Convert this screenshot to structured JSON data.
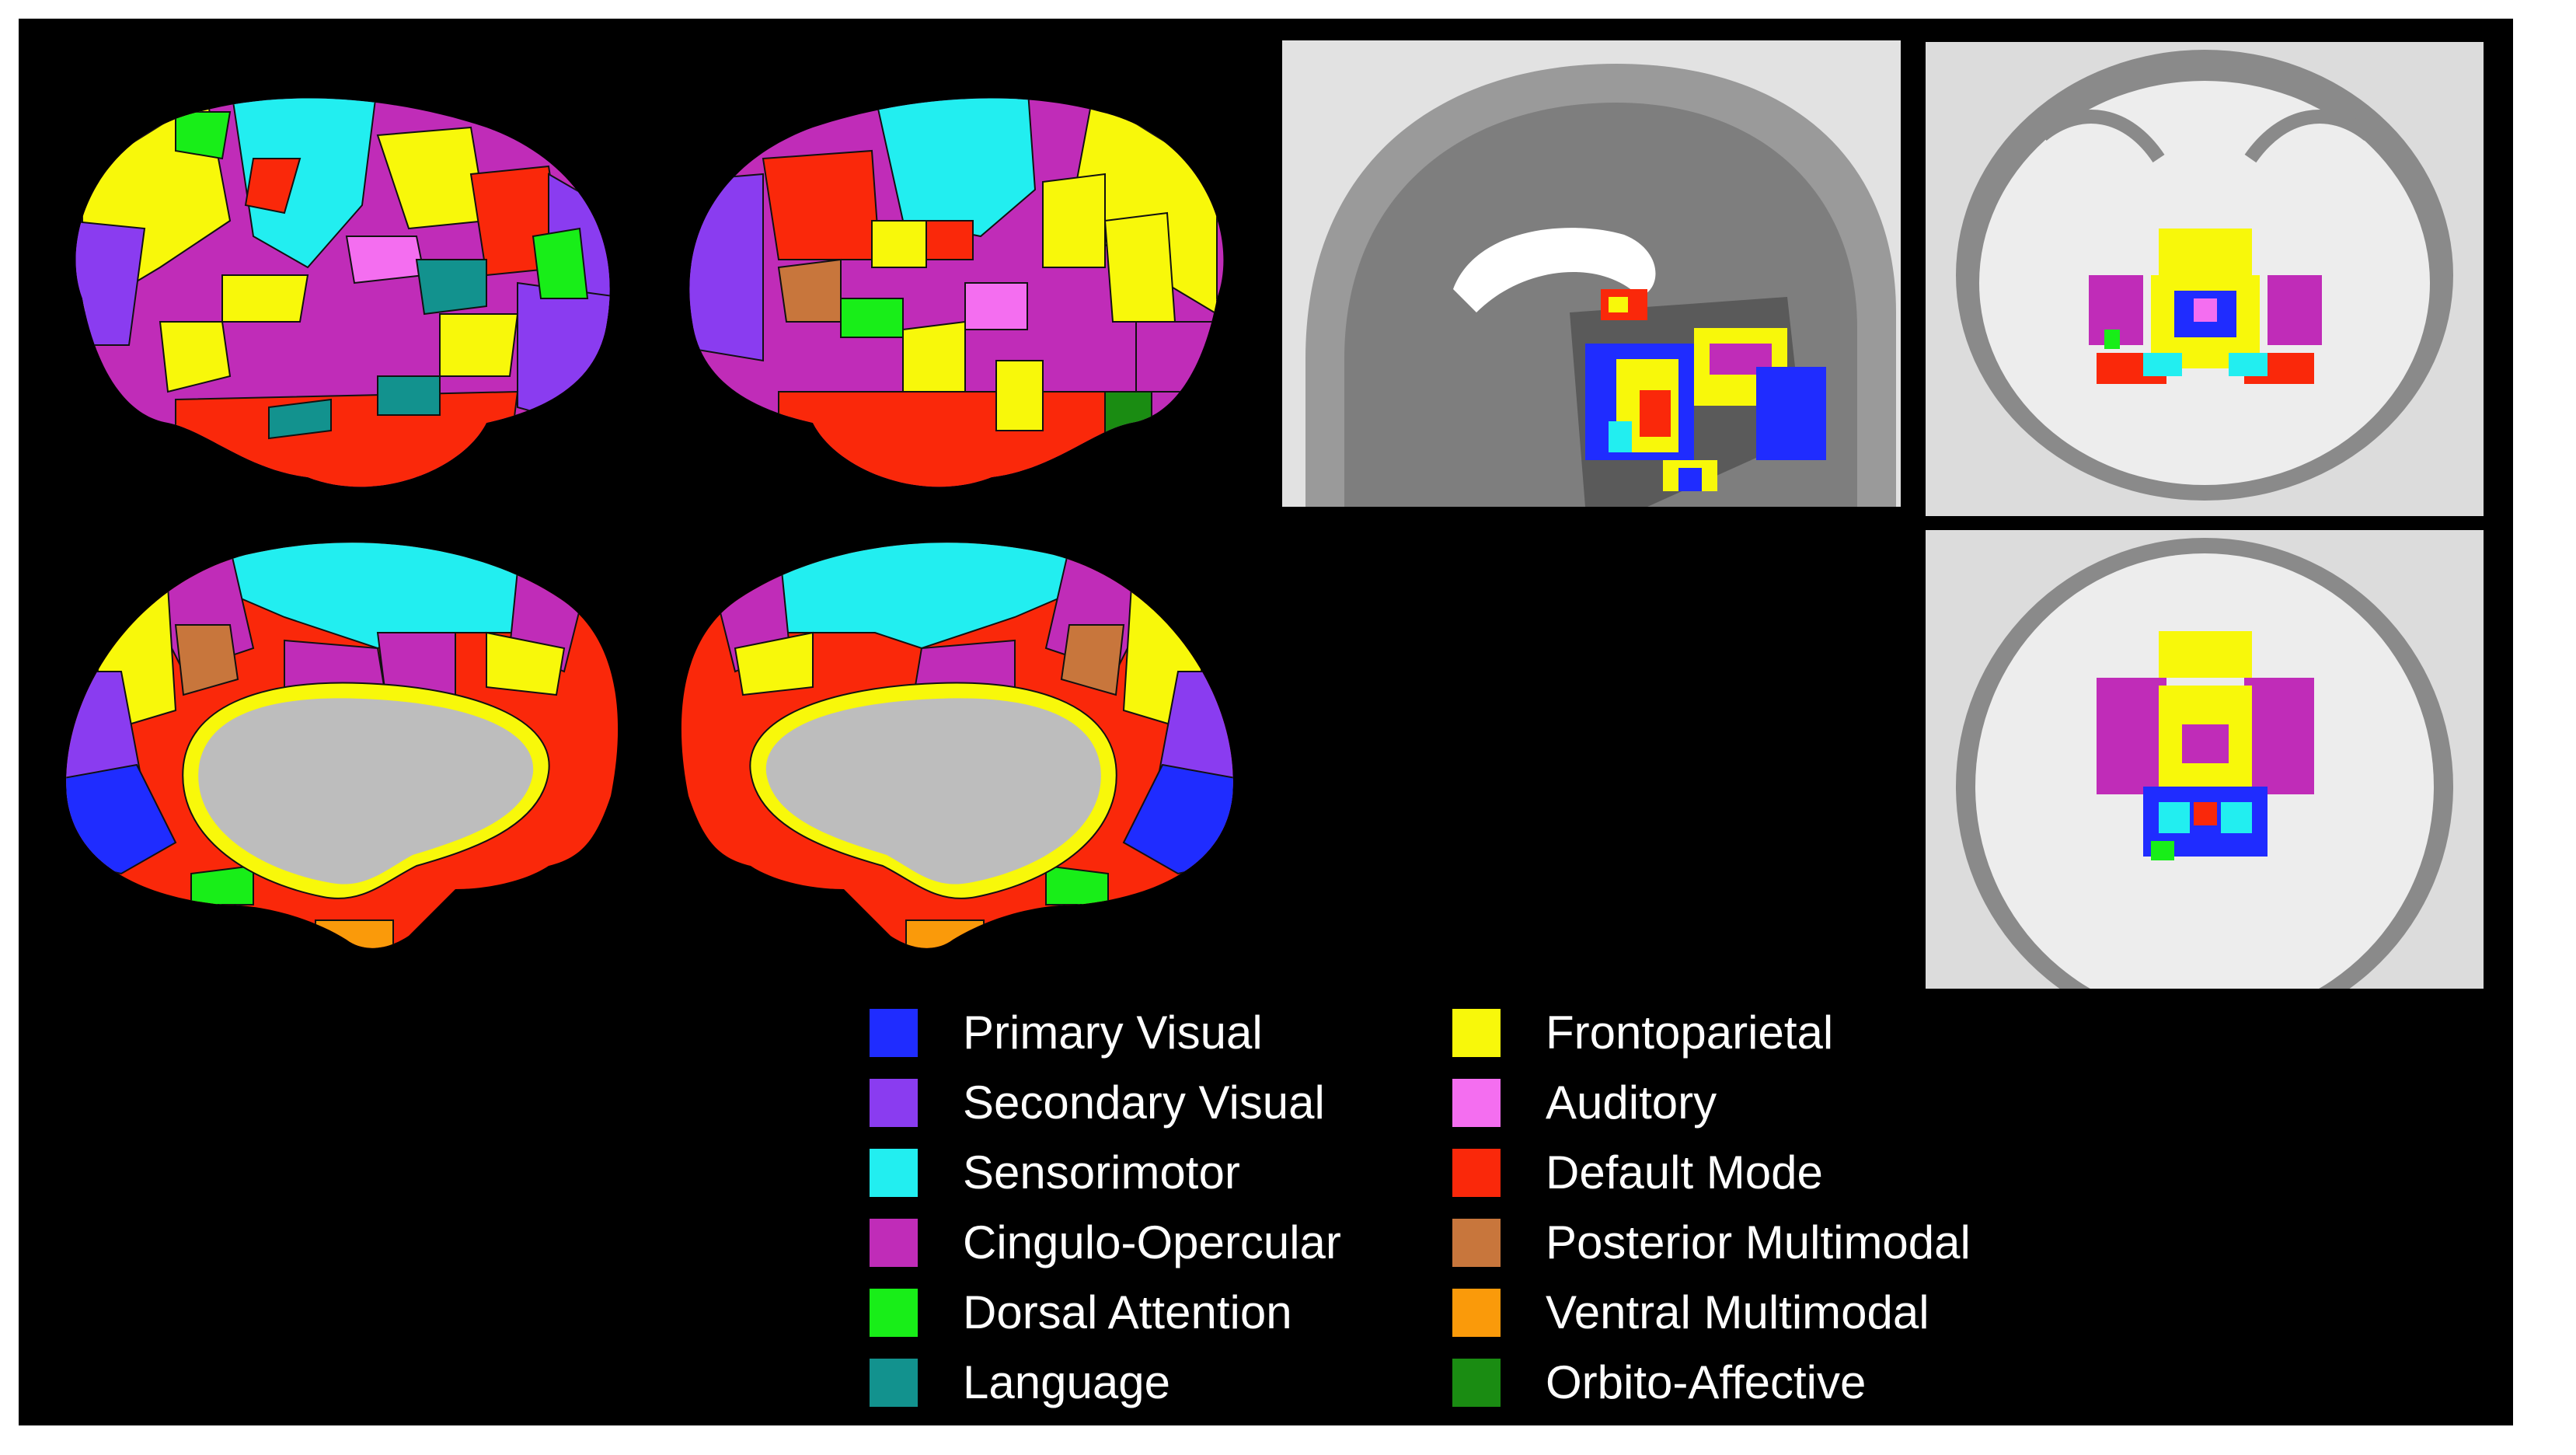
{
  "figure": {
    "panels": {
      "lateral_left": "cortical-surface-lateral-left",
      "lateral_right": "cortical-surface-lateral-right",
      "medial_left": "cortical-surface-medial-left",
      "medial_right": "cortical-surface-medial-right",
      "sagittal": "subcortical-sagittal-slice",
      "coronal": "subcortical-coronal-slice",
      "axial": "subcortical-axial-slice"
    },
    "legend": [
      {
        "label": "Primary Visual",
        "color": "#1f2cff"
      },
      {
        "label": "Secondary Visual",
        "color": "#8a3cf0"
      },
      {
        "label": "Sensorimotor",
        "color": "#22eef0"
      },
      {
        "label": "Cingulo-Opercular",
        "color": "#c02cb8"
      },
      {
        "label": "Dorsal Attention",
        "color": "#18ee18"
      },
      {
        "label": "Language",
        "color": "#12928e"
      },
      {
        "label": "Frontoparietal",
        "color": "#f8f80a"
      },
      {
        "label": "Auditory",
        "color": "#f46ef0"
      },
      {
        "label": "Default Mode",
        "color": "#fa280a"
      },
      {
        "label": "Posterior Multimodal",
        "color": "#c8763c"
      },
      {
        "label": "Ventral Multimodal",
        "color": "#fa9a0a"
      },
      {
        "label": "Orbito-Affective",
        "color": "#1a8c12"
      }
    ]
  }
}
